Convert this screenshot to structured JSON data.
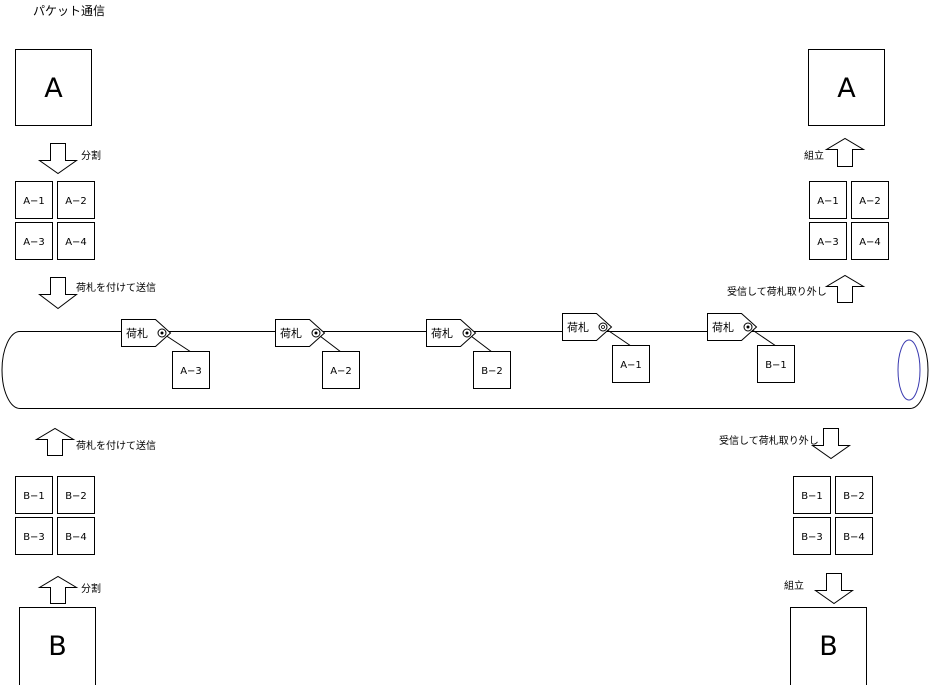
{
  "title": "パケット通信",
  "source_label": "A",
  "dest_label": "A",
  "source_b_label": "B",
  "dest_b_label": "B",
  "actions": {
    "split_a": "分割",
    "assemble_a": "組立",
    "send_a": "荷札を付けて送信",
    "receive_a": "受信して荷札取り外し",
    "send_b": "荷札を付けて送信",
    "receive_b": "受信して荷札取り外し",
    "split_b": "分割",
    "assemble_b": "組立"
  },
  "packets_a_src": [
    "A−1",
    "A−2",
    "A−3",
    "A−4"
  ],
  "packets_a_dst": [
    "A−1",
    "A−2",
    "A−3",
    "A−4"
  ],
  "packets_b_src": [
    "B−1",
    "B−2",
    "B−3",
    "B−4"
  ],
  "packets_b_dst": [
    "B−1",
    "B−2",
    "B−3",
    "B−4"
  ],
  "tag_label": "荷札",
  "in_transit": [
    {
      "tag": "荷札",
      "packet": "A−3"
    },
    {
      "tag": "荷札",
      "packet": "A−2"
    },
    {
      "tag": "荷札",
      "packet": "B−2"
    },
    {
      "tag": "荷札",
      "packet": "A−1"
    },
    {
      "tag": "荷札",
      "packet": "B−1"
    }
  ]
}
